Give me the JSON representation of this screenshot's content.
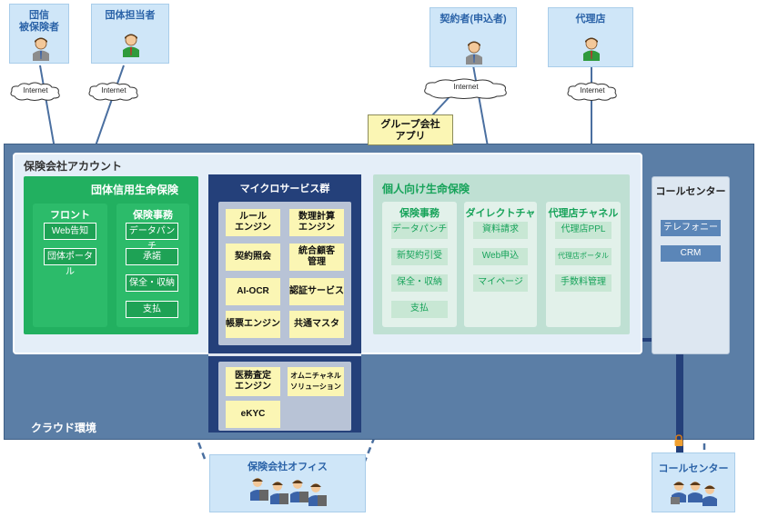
{
  "actors": {
    "group_insured": "団信\n被保険者",
    "group_manager": "団体担当者",
    "contractor": "契約者(申込者)",
    "agency": "代理店"
  },
  "network_label": "Internet",
  "group_app": "グループ会社\nアプリ",
  "cloud_env": "クラウド環境",
  "account": "保険会社アカウント",
  "group_life": {
    "title": "団体信用生命保険",
    "front": {
      "title": "フロント",
      "items": [
        "Web告知",
        "団体ポータル"
      ]
    },
    "office": {
      "title": "保険事務",
      "items": [
        "データパンチ",
        "承諾",
        "保全・収納",
        "支払"
      ]
    }
  },
  "microservices": {
    "title": "マイクロサービス群",
    "items": [
      "ルール\nエンジン",
      "数理計算\nエンジン",
      "契約照会",
      "統合顧客\n管理",
      "AI-OCR",
      "認証サービス",
      "帳票エンジン",
      "共通マスタ"
    ],
    "lower_items": [
      "医務査定\nエンジン",
      "オムニチャネル\nソリューション",
      "eKYC"
    ]
  },
  "individual_life": {
    "title": "個人向け生命保険",
    "office": {
      "title": "保険事務",
      "items": [
        "データパンチ",
        "新契約引受",
        "保全・収納",
        "支払"
      ]
    },
    "direct": {
      "title": "ダイレクトチャネル",
      "items": [
        "資料請求",
        "Web申込",
        "マイページ"
      ]
    },
    "agency": {
      "title": "代理店チャネル",
      "items": [
        "代理店PPL",
        "代理店ポータル",
        "手数料管理"
      ]
    }
  },
  "call_center_cloud": {
    "title": "コールセンター",
    "items": [
      "テレフォニー",
      "CRM"
    ]
  },
  "insurance_office": "保険会社オフィス",
  "call_center_site": "コールセンター"
}
